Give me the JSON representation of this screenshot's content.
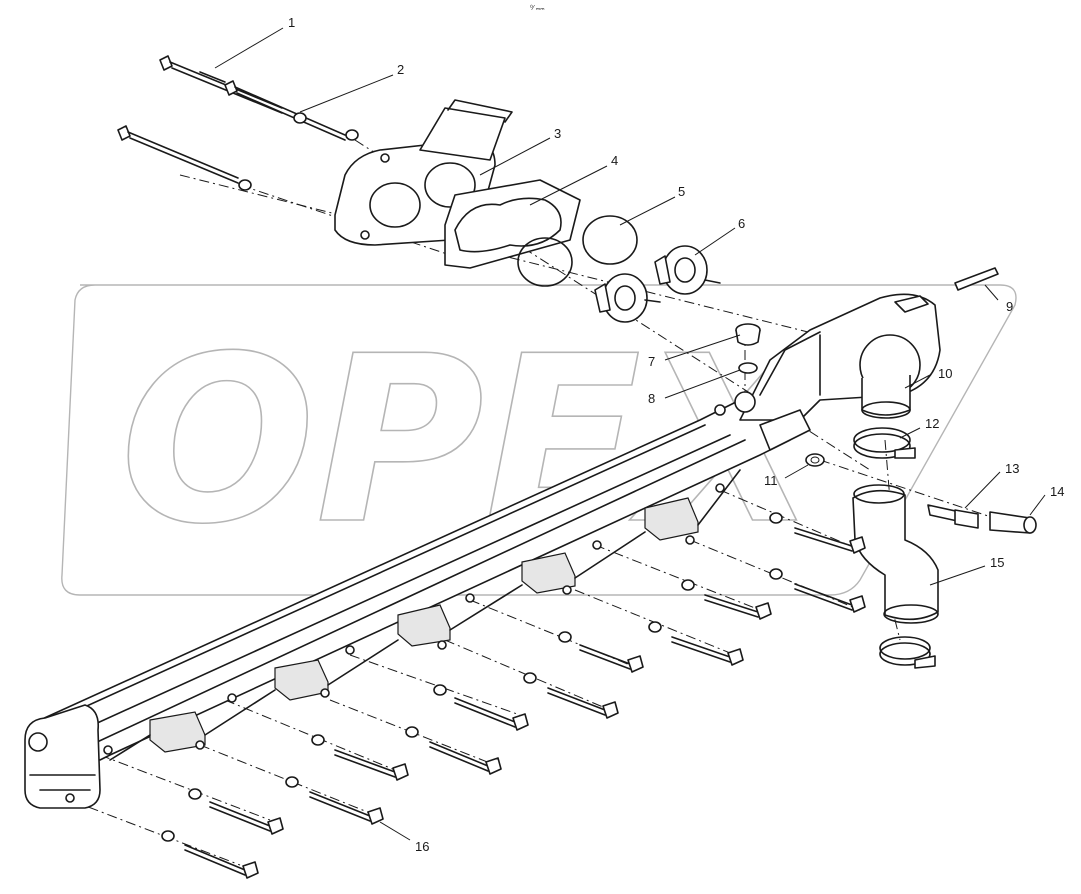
{
  "header_mark": "⁰⁄ ₘₘ",
  "watermark": "OPEX",
  "callouts": [
    "1",
    "2",
    "3",
    "4",
    "5",
    "6",
    "7",
    "8",
    "9",
    "10",
    "11",
    "12",
    "13",
    "14",
    "15",
    "16"
  ]
}
